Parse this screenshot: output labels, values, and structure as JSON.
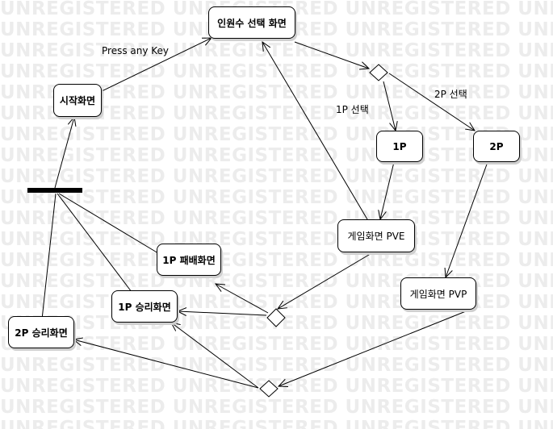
{
  "watermark": {
    "text": "UNREGISTERED UNREGISTERED UNREGISTERED UNREGISTERED"
  },
  "nodes": {
    "start": "시작화면",
    "player_select": "인원수 선택 화면",
    "one_p": "1P",
    "two_p": "2P",
    "game_pve": "게임화면 PVE",
    "game_pvp": "게임화면 PVP",
    "lose_1p": "1P 패배화면",
    "win_1p": "1P 승리화면",
    "win_2p": "2P 승리화면"
  },
  "edge_labels": {
    "press_any_key": "Press any Key",
    "select_1p": "1P 선택",
    "select_2p": "2P 선택"
  }
}
